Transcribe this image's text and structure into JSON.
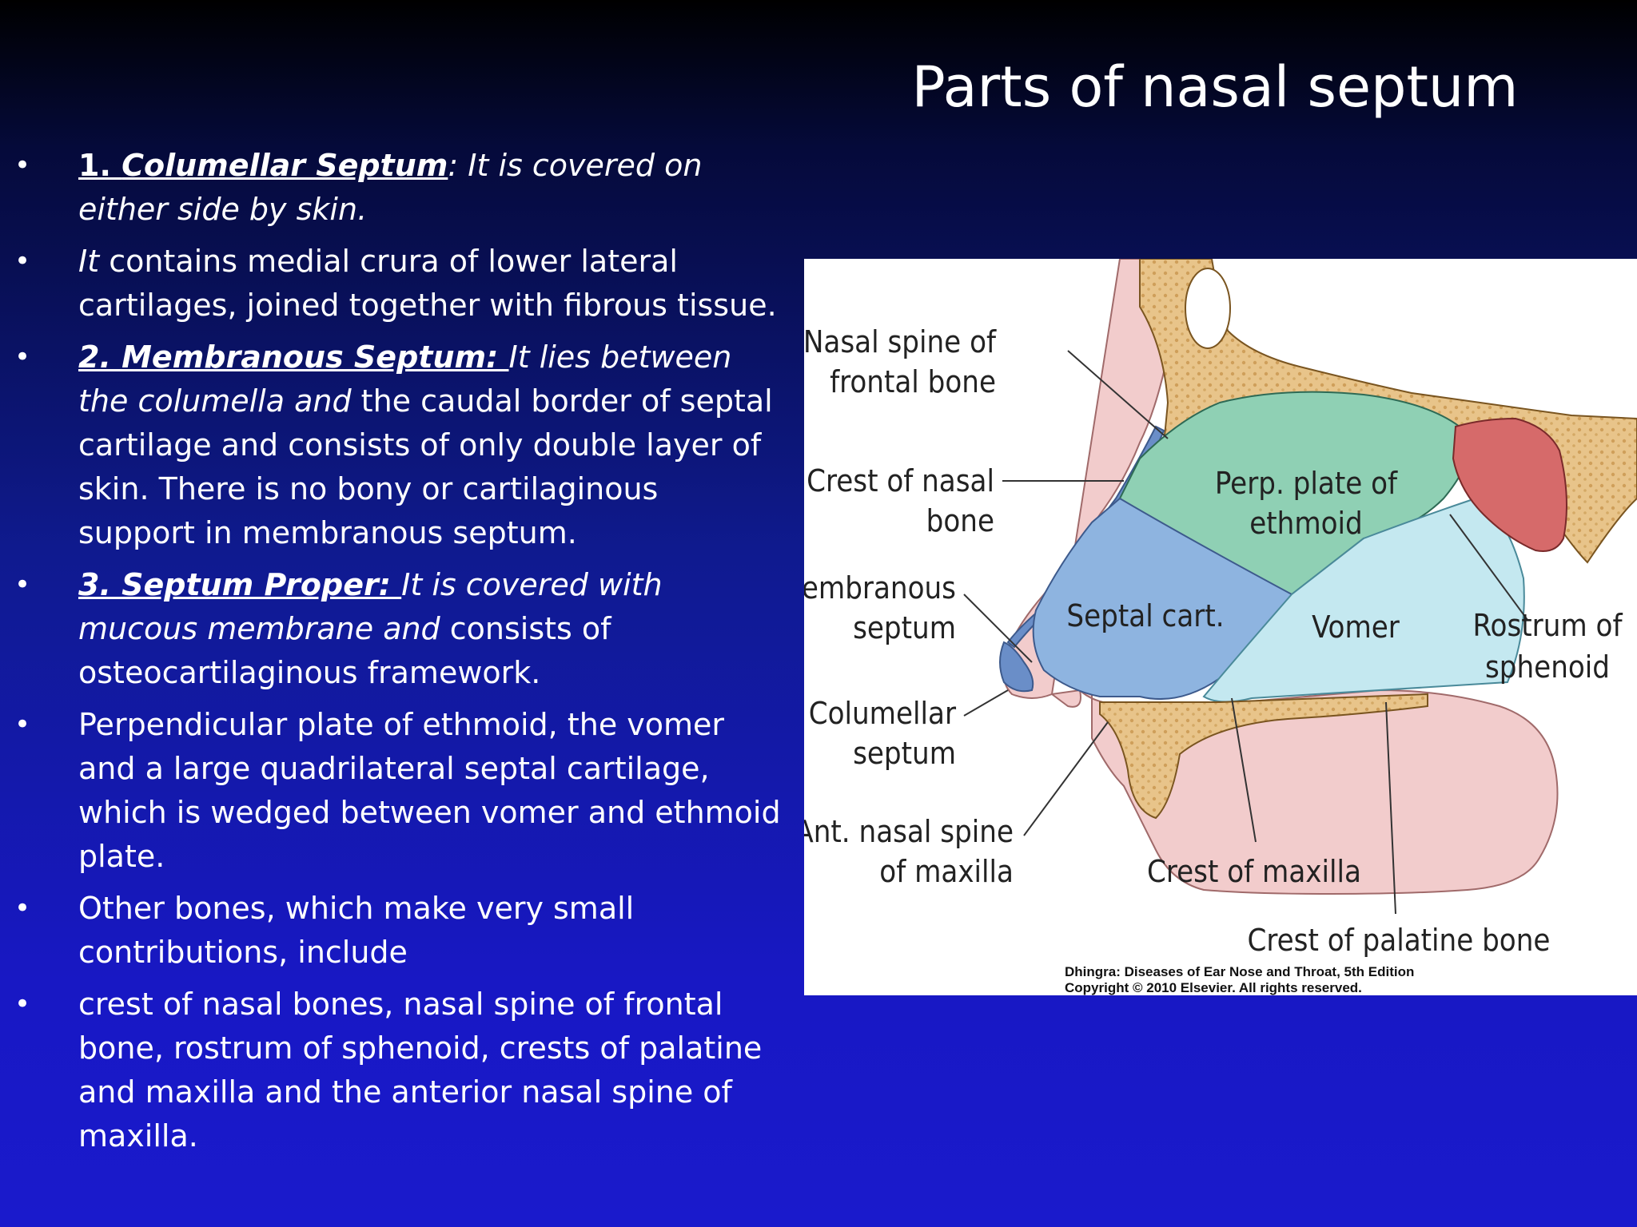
{
  "title": "Parts of nasal septum",
  "bullets": [
    {
      "marker": "•",
      "num": "1. ",
      "term": "Columellar Septum",
      "rest": ": It is covered on either side by skin."
    },
    {
      "marker": "•",
      "lead": "It",
      "rest": " contains medial crura of lower lateral cartilages, joined together with fibrous tissue."
    },
    {
      "marker": "•",
      "term": "2. Membranous Septum: ",
      "italic": "It lies between the columella and",
      "rest": " the caudal border of septal cartilage and consists of only double layer of skin. There is no bony or cartilaginous support in membranous septum."
    },
    {
      "marker": "•",
      "term": "3. Septum Proper: ",
      "italic": "It is covered with mucous membrane and",
      "rest": " consists of osteocartilaginous framework."
    },
    {
      "marker": "•",
      "rest": "Perpendicular plate of ethmoid, the vomer and a large quadrilateral septal cartilage, which is wedged between vomer and ethmoid plate."
    },
    {
      "marker": "•",
      "rest": "Other bones, which make very small contributions, include"
    },
    {
      "marker": "•",
      "rest": "crest of nasal bones, nasal spine of frontal bone, rostrum of sphenoid, crests of palatine and maxilla and the anterior nasal spine of maxilla."
    }
  ],
  "figure": {
    "labels": {
      "nasal_spine_frontal_1": "Nasal spine of",
      "nasal_spine_frontal_2": "frontal bone",
      "crest_nasal_1": "Crest of nasal",
      "crest_nasal_2": "bone",
      "membranous_1": "Membranous",
      "membranous_2": "septum",
      "columellar_1": "Columellar",
      "columellar_2": "septum",
      "ant_nasal_1": "Ant. nasal spine",
      "ant_nasal_2": "of maxilla",
      "perp_plate_1": "Perp. plate of",
      "perp_plate_2": "ethmoid",
      "septal_cart": "Septal cart.",
      "vomer": "Vomer",
      "rostrum_1": "Rostrum of",
      "rostrum_2": "sphenoid",
      "crest_maxilla": "Crest of maxilla",
      "crest_palatine": "Crest of palatine bone"
    },
    "credit_line1": "Dhingra: Diseases of Ear Nose and Throat, 5th Edition",
    "credit_line2": "Copyright © 2010 Elsevier. All rights reserved.",
    "colors": {
      "bone": "#e8c48a",
      "skin": "#f2cccc",
      "ethmoid": "#8fd0b4",
      "septal_cartilage": "#8eb4e0",
      "vomer": "#c4e8f0",
      "sphenoid_sinus": "#d66a6a"
    }
  }
}
